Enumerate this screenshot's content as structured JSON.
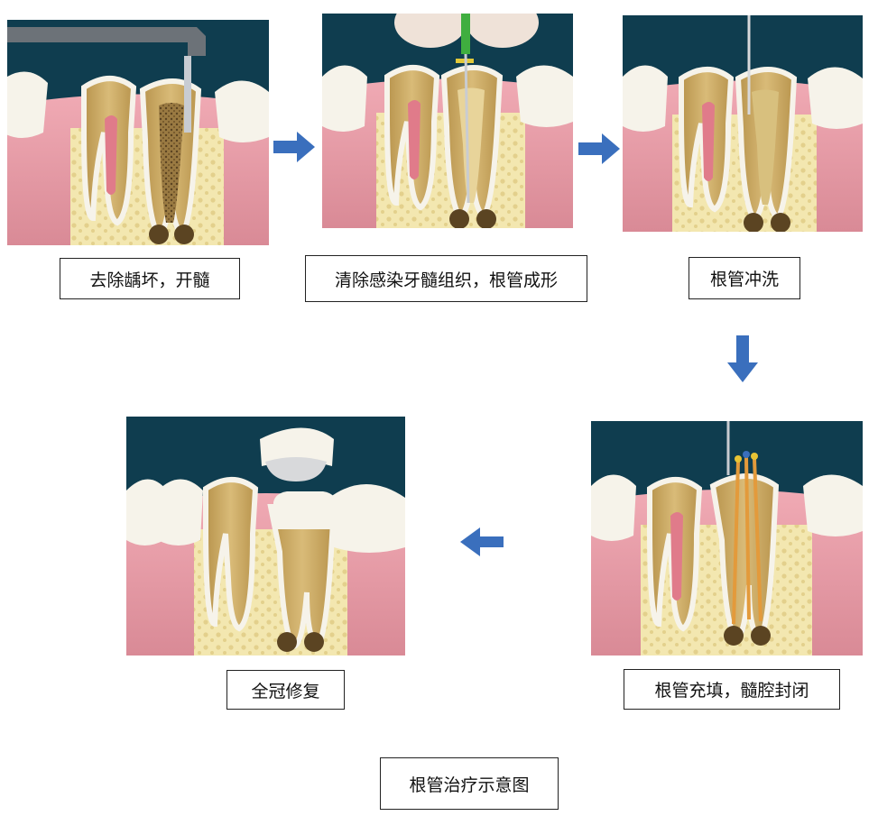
{
  "steps": [
    {
      "id": 1,
      "label": "去除龋坏，开髓"
    },
    {
      "id": 2,
      "label": "清除感染牙髓组织，根管成形"
    },
    {
      "id": 3,
      "label": "根管冲洗"
    },
    {
      "id": 4,
      "label": "根管充填，髓腔封闭"
    },
    {
      "id": 5,
      "label": "全冠修复"
    }
  ],
  "title": "根管治疗示意图",
  "colors": {
    "background": "#0f3d4f",
    "gum": "#e89aa6",
    "bone": "#f3e7b0",
    "dentin": "#c8a760",
    "enamel": "#f6f3ea",
    "pulp": "#e07b8a",
    "arrow": "#3a6fbd"
  }
}
